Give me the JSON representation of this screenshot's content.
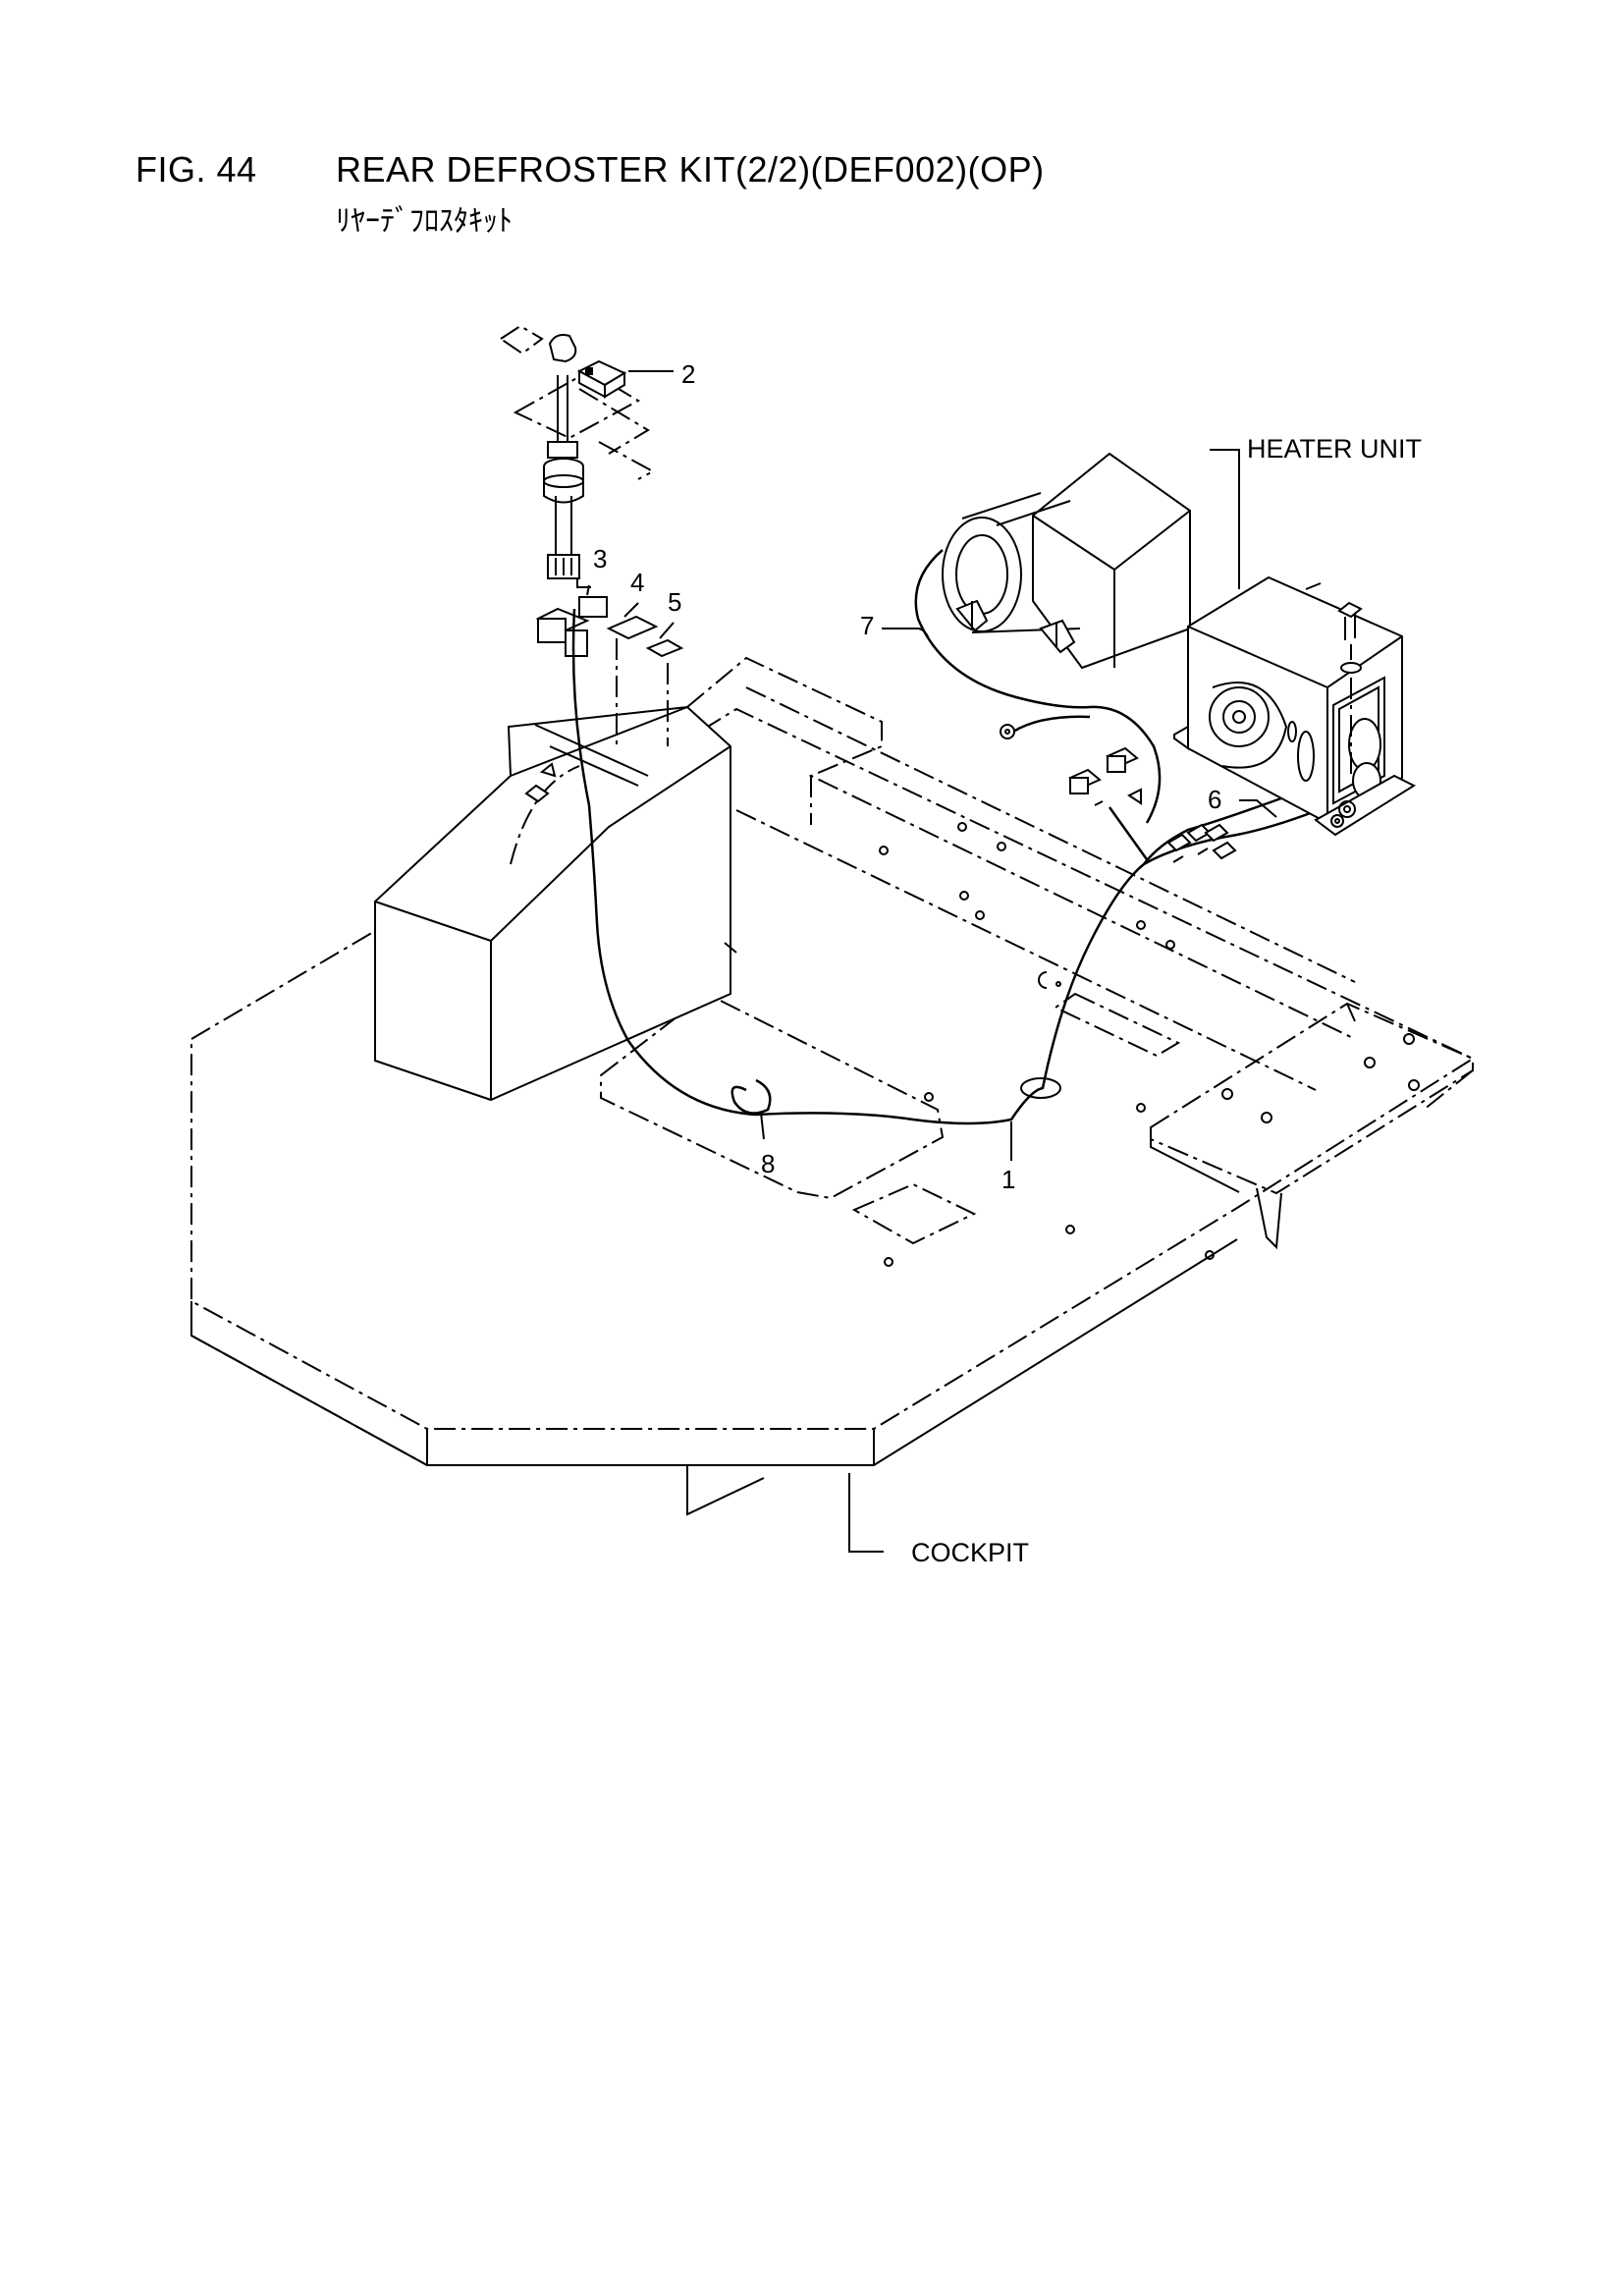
{
  "header": {
    "figure_number": "FIG. 44",
    "title": "REAR DEFROSTER KIT(2/2)(DEF002)(OP)",
    "subtitle": "ﾘﾔｰﾃﾞﾌﾛｽﾀｷｯﾄ"
  },
  "labels": {
    "heater_unit": "HEATER UNIT",
    "cockpit": "COCKPIT",
    "callout_1": "1",
    "callout_2": "2",
    "callout_3": "3",
    "callout_4": "4",
    "callout_5": "5",
    "callout_6": "6",
    "callout_7": "7",
    "callout_8": "8"
  }
}
